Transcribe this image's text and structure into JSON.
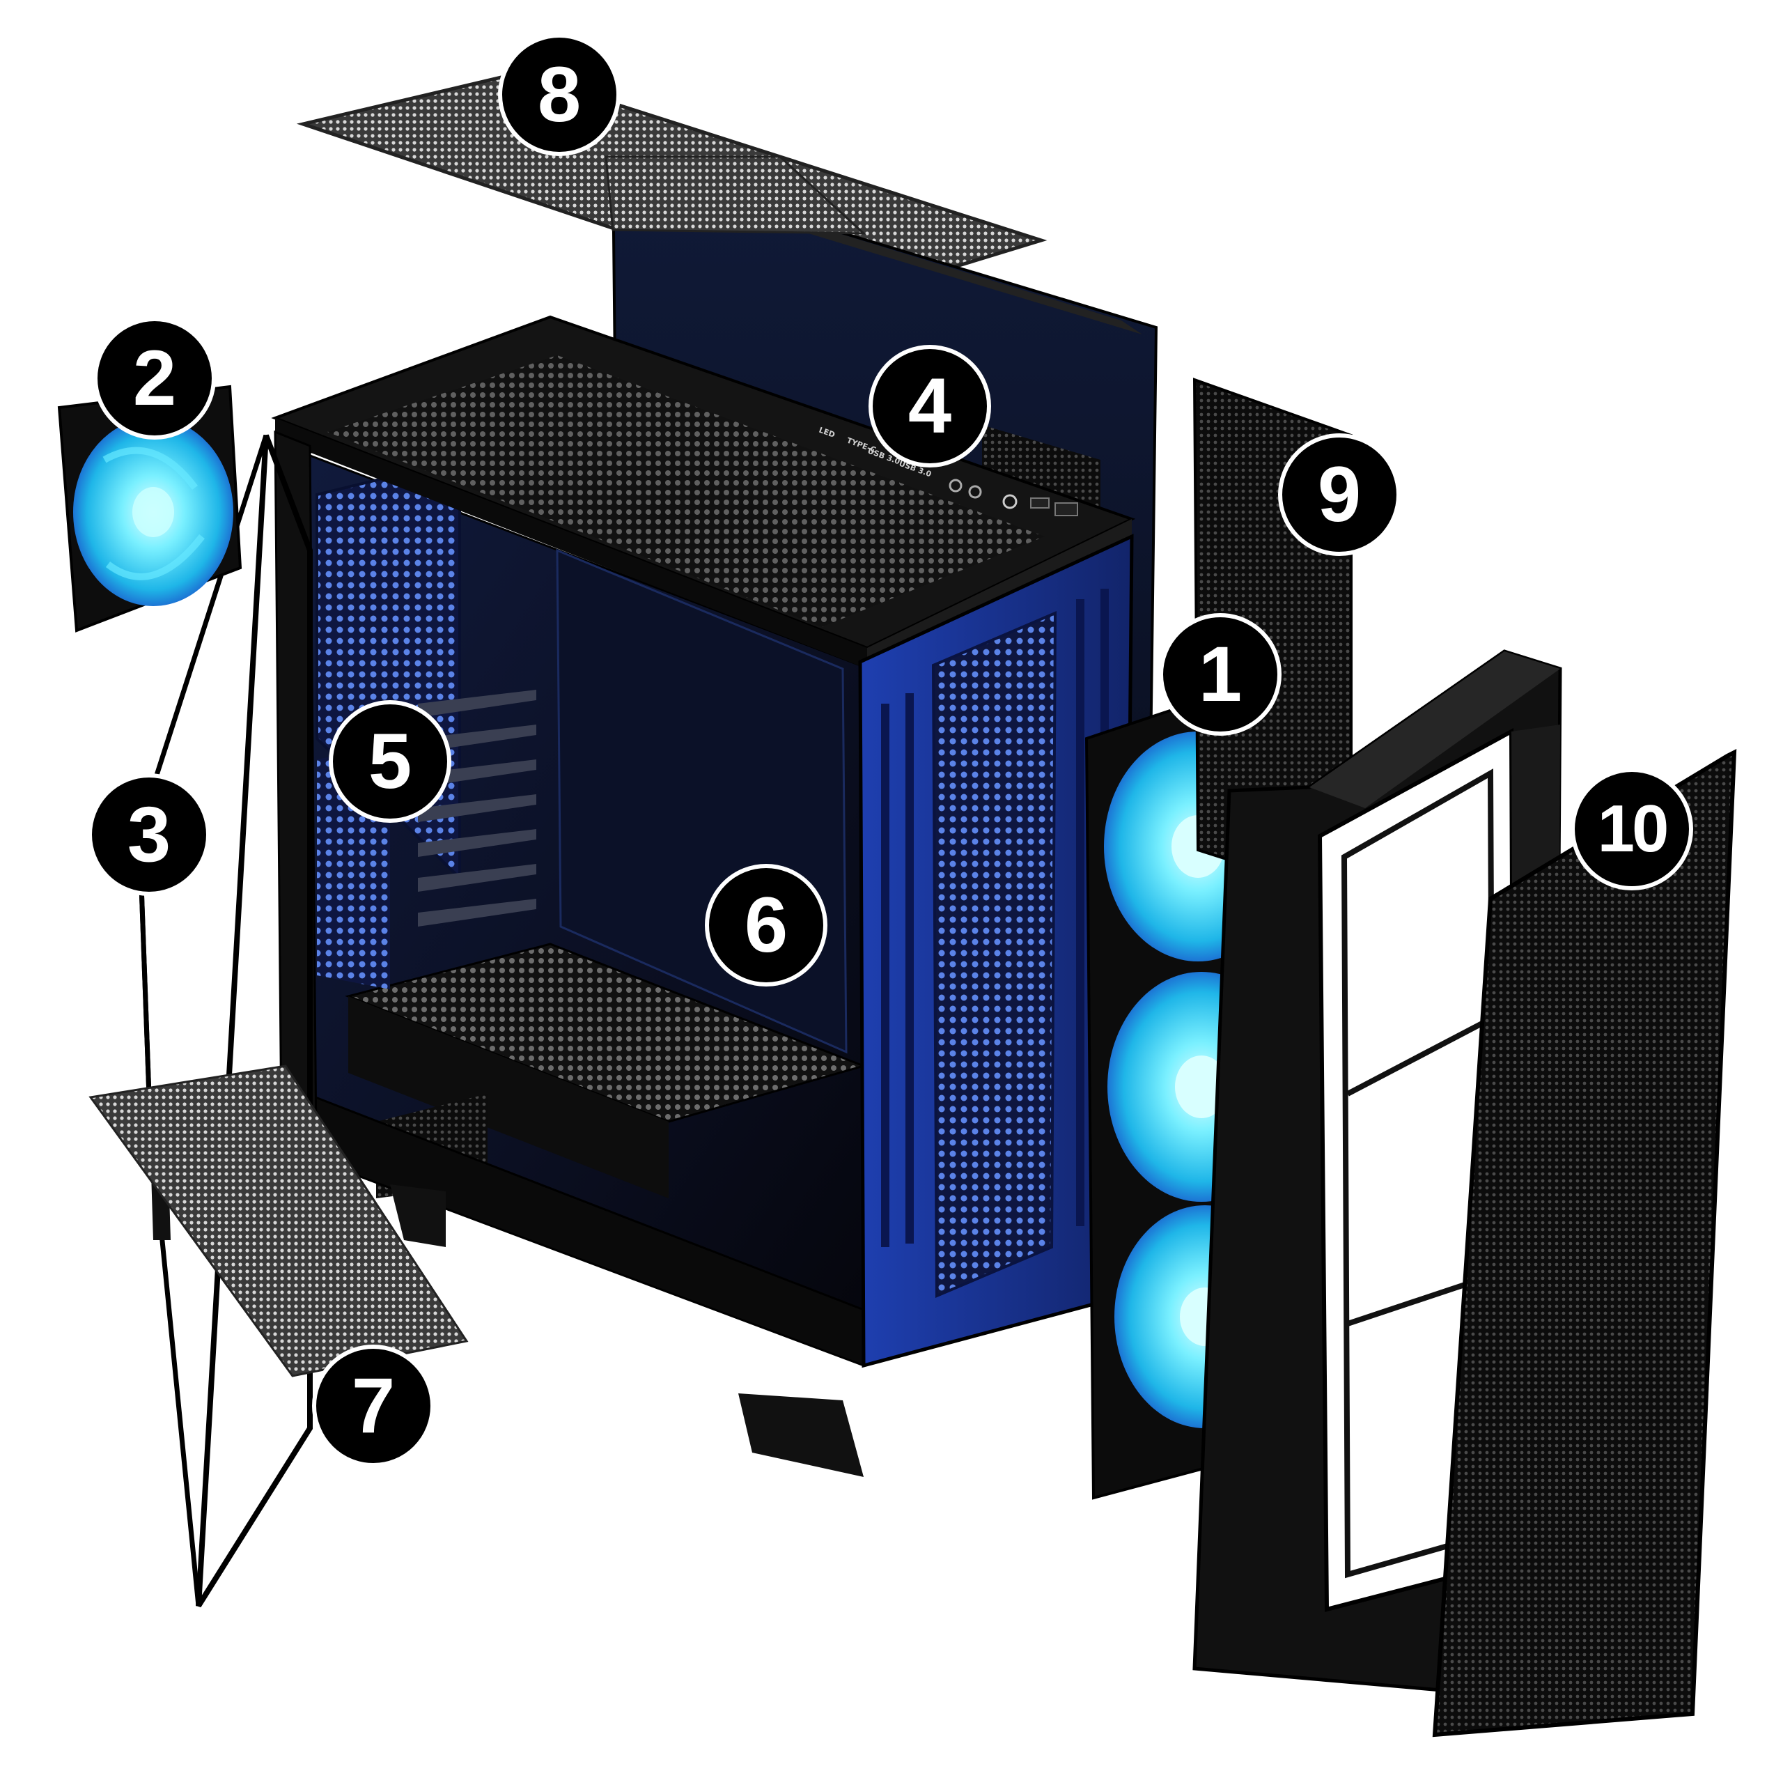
{
  "diagram": {
    "callouts": [
      {
        "id": "1",
        "label": "1"
      },
      {
        "id": "2",
        "label": "2"
      },
      {
        "id": "3",
        "label": "3"
      },
      {
        "id": "4",
        "label": "4"
      },
      {
        "id": "5",
        "label": "5"
      },
      {
        "id": "6",
        "label": "6"
      },
      {
        "id": "7",
        "label": "7"
      },
      {
        "id": "8",
        "label": "8"
      },
      {
        "id": "9",
        "label": "9"
      },
      {
        "id": "10",
        "label": "10"
      }
    ],
    "io_port_labels": [
      "LED",
      "TYPE-C",
      "USB 3.0",
      "USB 3.0"
    ],
    "colors": {
      "case_black": "#141414",
      "interior_blue": "#1d3f9a",
      "fan_cyan": "#38e0ff",
      "mesh_gray": "#5a5a5a",
      "background": "#ffffff"
    }
  }
}
